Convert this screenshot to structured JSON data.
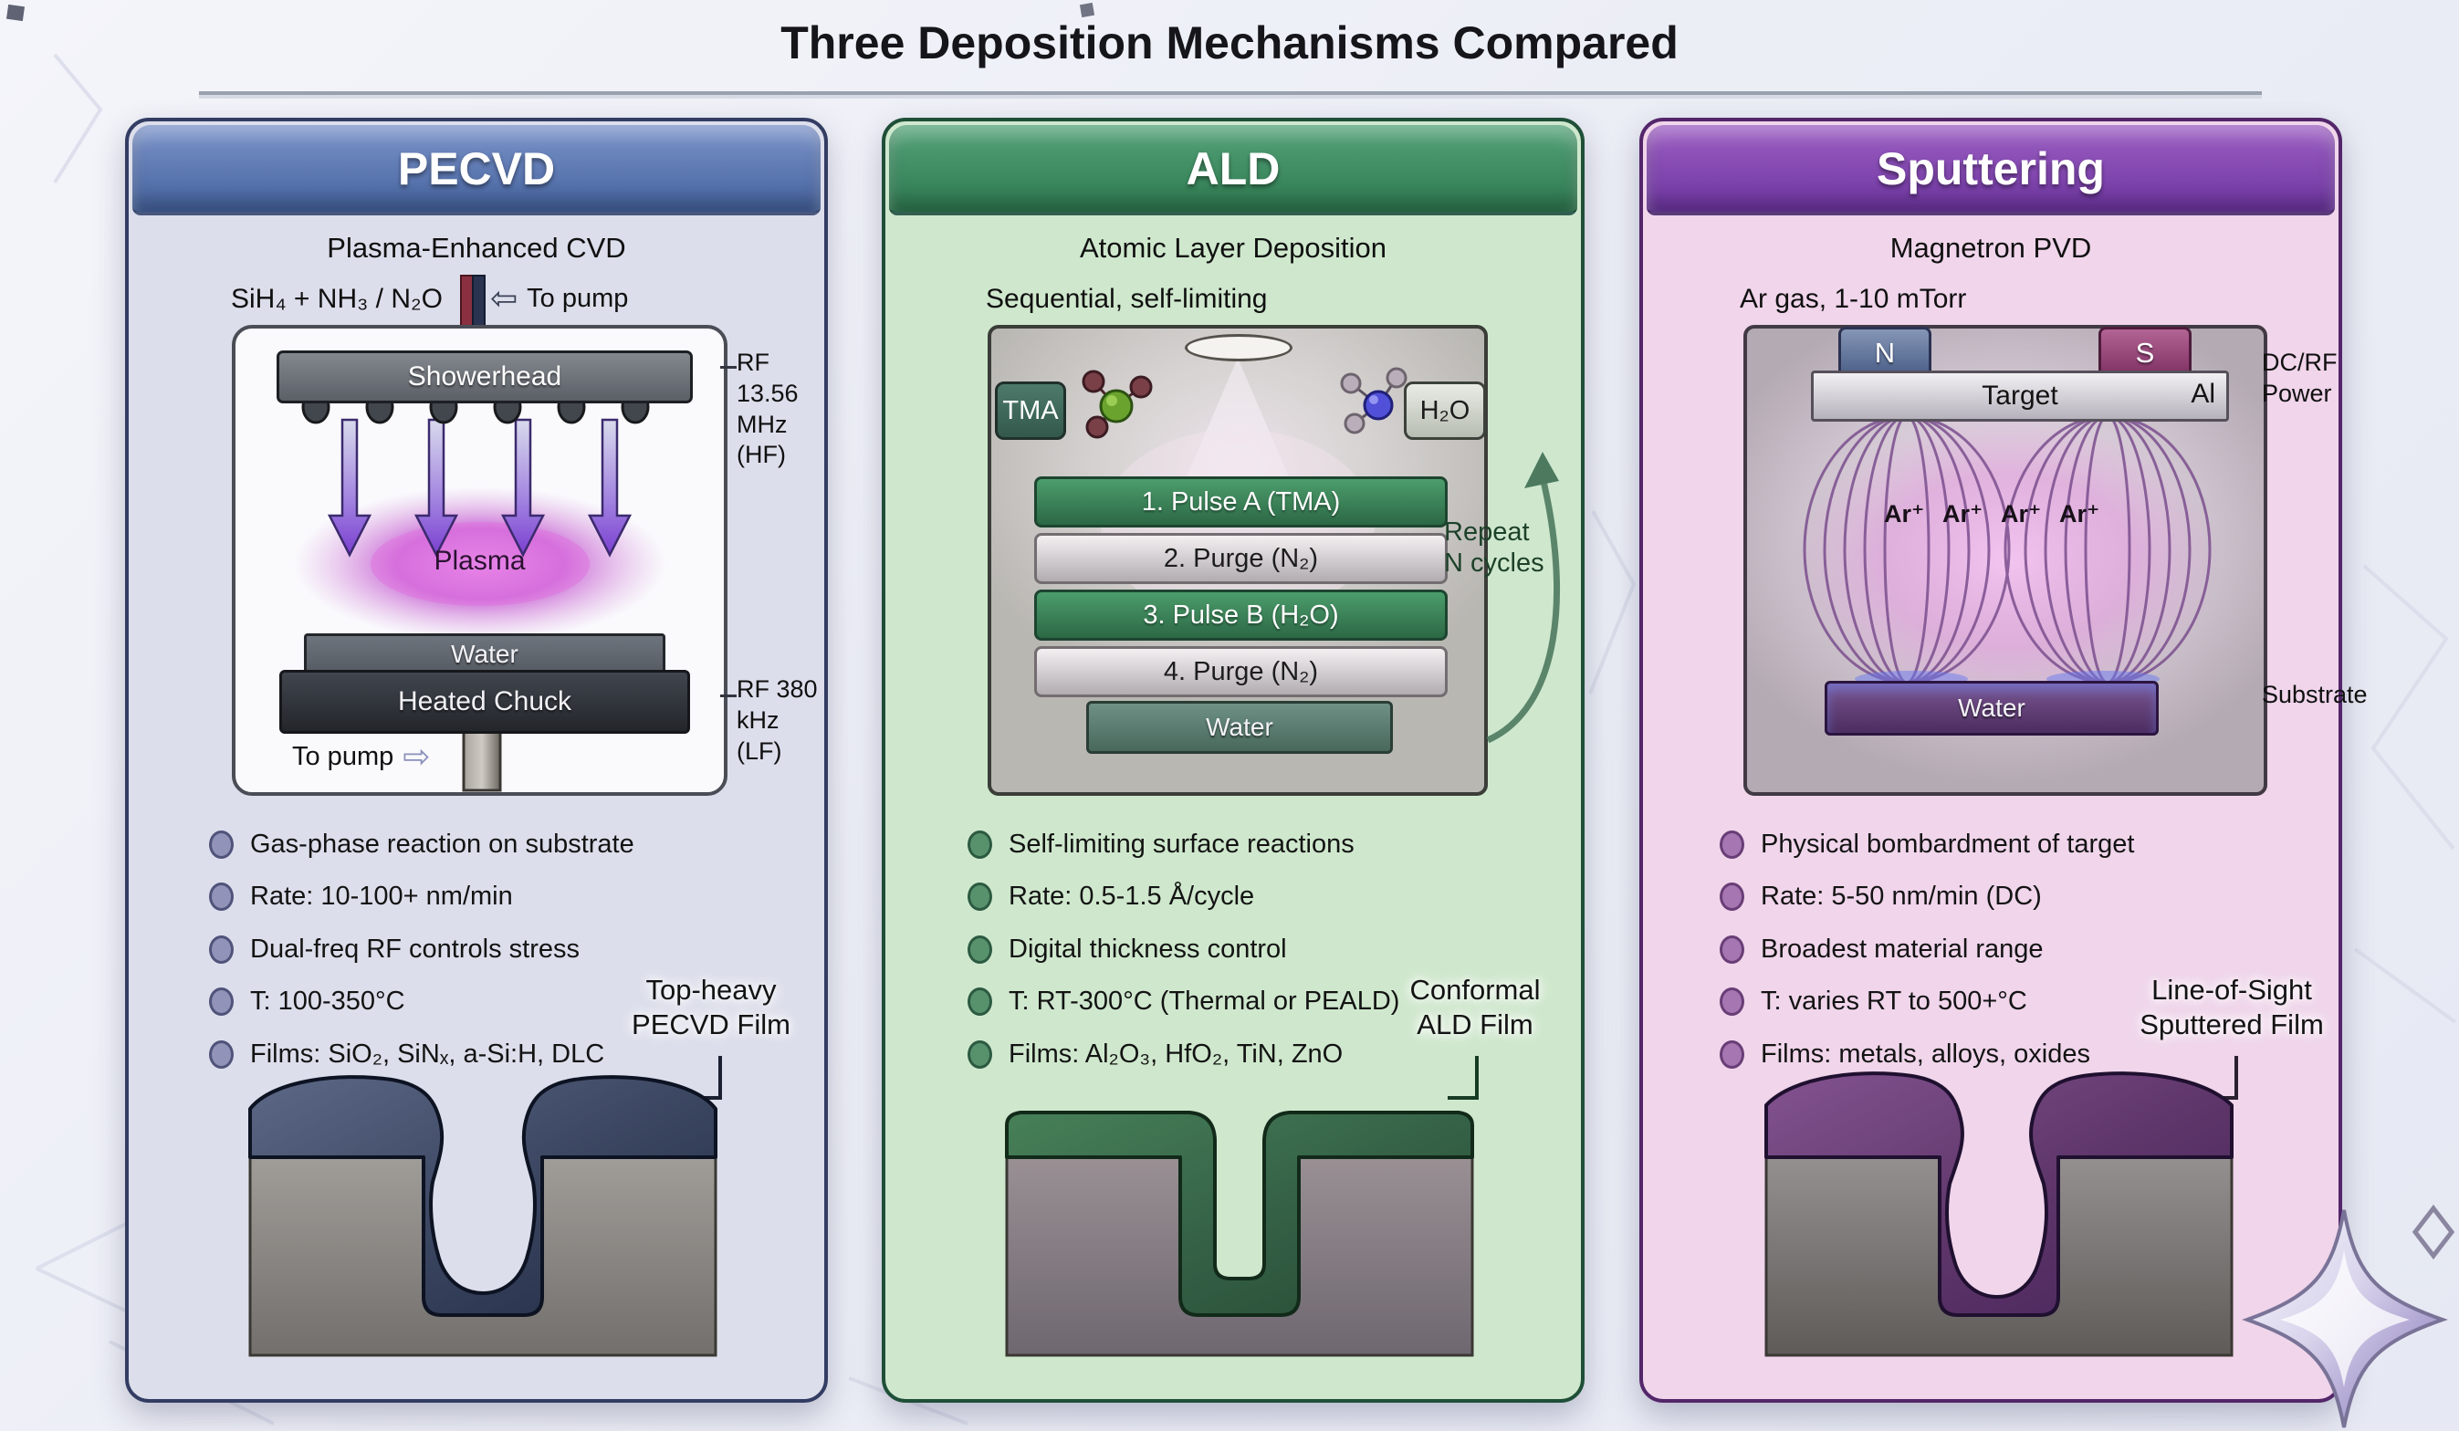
{
  "title": "Three Deposition Mechanisms Compared",
  "colors": {
    "pecvd_accent": "#4f6cab",
    "ald_accent": "#3c8a5f",
    "sputtering_accent": "#8445ad",
    "pecvd_panel_bg": "#dcdeeb",
    "ald_panel_bg": "#cfe8cd",
    "sputtering_panel_bg": "#f0d5eb",
    "plasma_glow": "#cf5fd4",
    "pecvd_film": "#2e3a58",
    "ald_film": "#35634a",
    "sputtered_film": "#5d3569",
    "substrate_gray": "#8a8684"
  },
  "pecvd": {
    "header": "PECVD",
    "subtitle": "Plasma-Enhanced CVD",
    "gas_inlet": "SiH₄ + NH₃ / N₂O",
    "pump_top_arrow": "⇦",
    "pump_top": "To pump",
    "showerhead": "Showerhead",
    "rf_high_1": "RF 13.56 MHz",
    "rf_high_2": "(HF)",
    "plasma": "Plasma",
    "wafer": "Water",
    "chuck": "Heated Chuck",
    "rf_low_1": "RF 380 kHz",
    "rf_low_2": "(LF)",
    "pump_bottom": "To pump",
    "pump_bottom_arrow": "⇨",
    "bullets": [
      "Gas-phase reaction on substrate",
      "Rate: 10-100+ nm/min",
      "Dual-freq RF controls stress",
      "T: 100-350°C",
      "Films: SiO₂, SiNₓ, a-Si:H, DLC"
    ],
    "film_label_line1": "Top-heavy",
    "film_label_line2": "PECVD Film"
  },
  "ald": {
    "header": "ALD",
    "subtitle": "Atomic Layer Deposition",
    "mode": "Sequential, self-limiting",
    "precursor_a": "TMA",
    "precursor_b": "H₂O",
    "steps": [
      "1. Pulse A (TMA)",
      "2. Purge (N₂)",
      "3. Pulse B (H₂O)",
      "4. Purge (N₂)"
    ],
    "wafer": "Water",
    "repeat_line1": "Repeat",
    "repeat_line2": "N cycles",
    "bullets": [
      "Self-limiting surface reactions",
      "Rate: 0.5-1.5 Å/cycle",
      "Digital thickness control",
      "T: RT-300°C (Thermal or PEALD)",
      "Films: Al₂O₃, HfO₂, TiN, ZnO"
    ],
    "film_label_line1": "Conformal",
    "film_label_line2": "ALD Film"
  },
  "sputtering": {
    "header": "Sputtering",
    "subtitle": "Magnetron PVD",
    "gas": "Ar gas, 1-10 mTorr",
    "magnet_n": "N",
    "magnet_s": "S",
    "target": "Target",
    "target_material": "Al",
    "power_line1": "DC/RF",
    "power_line2": "Power",
    "ions": [
      "Ar⁺",
      "Ar⁺",
      "Ar⁺",
      "Ar⁺"
    ],
    "wafer": "Water",
    "substrate": "Substrate",
    "bullets": [
      "Physical bombardment of target",
      "Rate: 5-50 nm/min (DC)",
      "Broadest material range",
      "T: varies RT to 500+°C",
      "Films: metals, alloys, oxides"
    ],
    "film_label_line1": "Line-of-Sight",
    "film_label_line2": "Sputtered Film"
  }
}
